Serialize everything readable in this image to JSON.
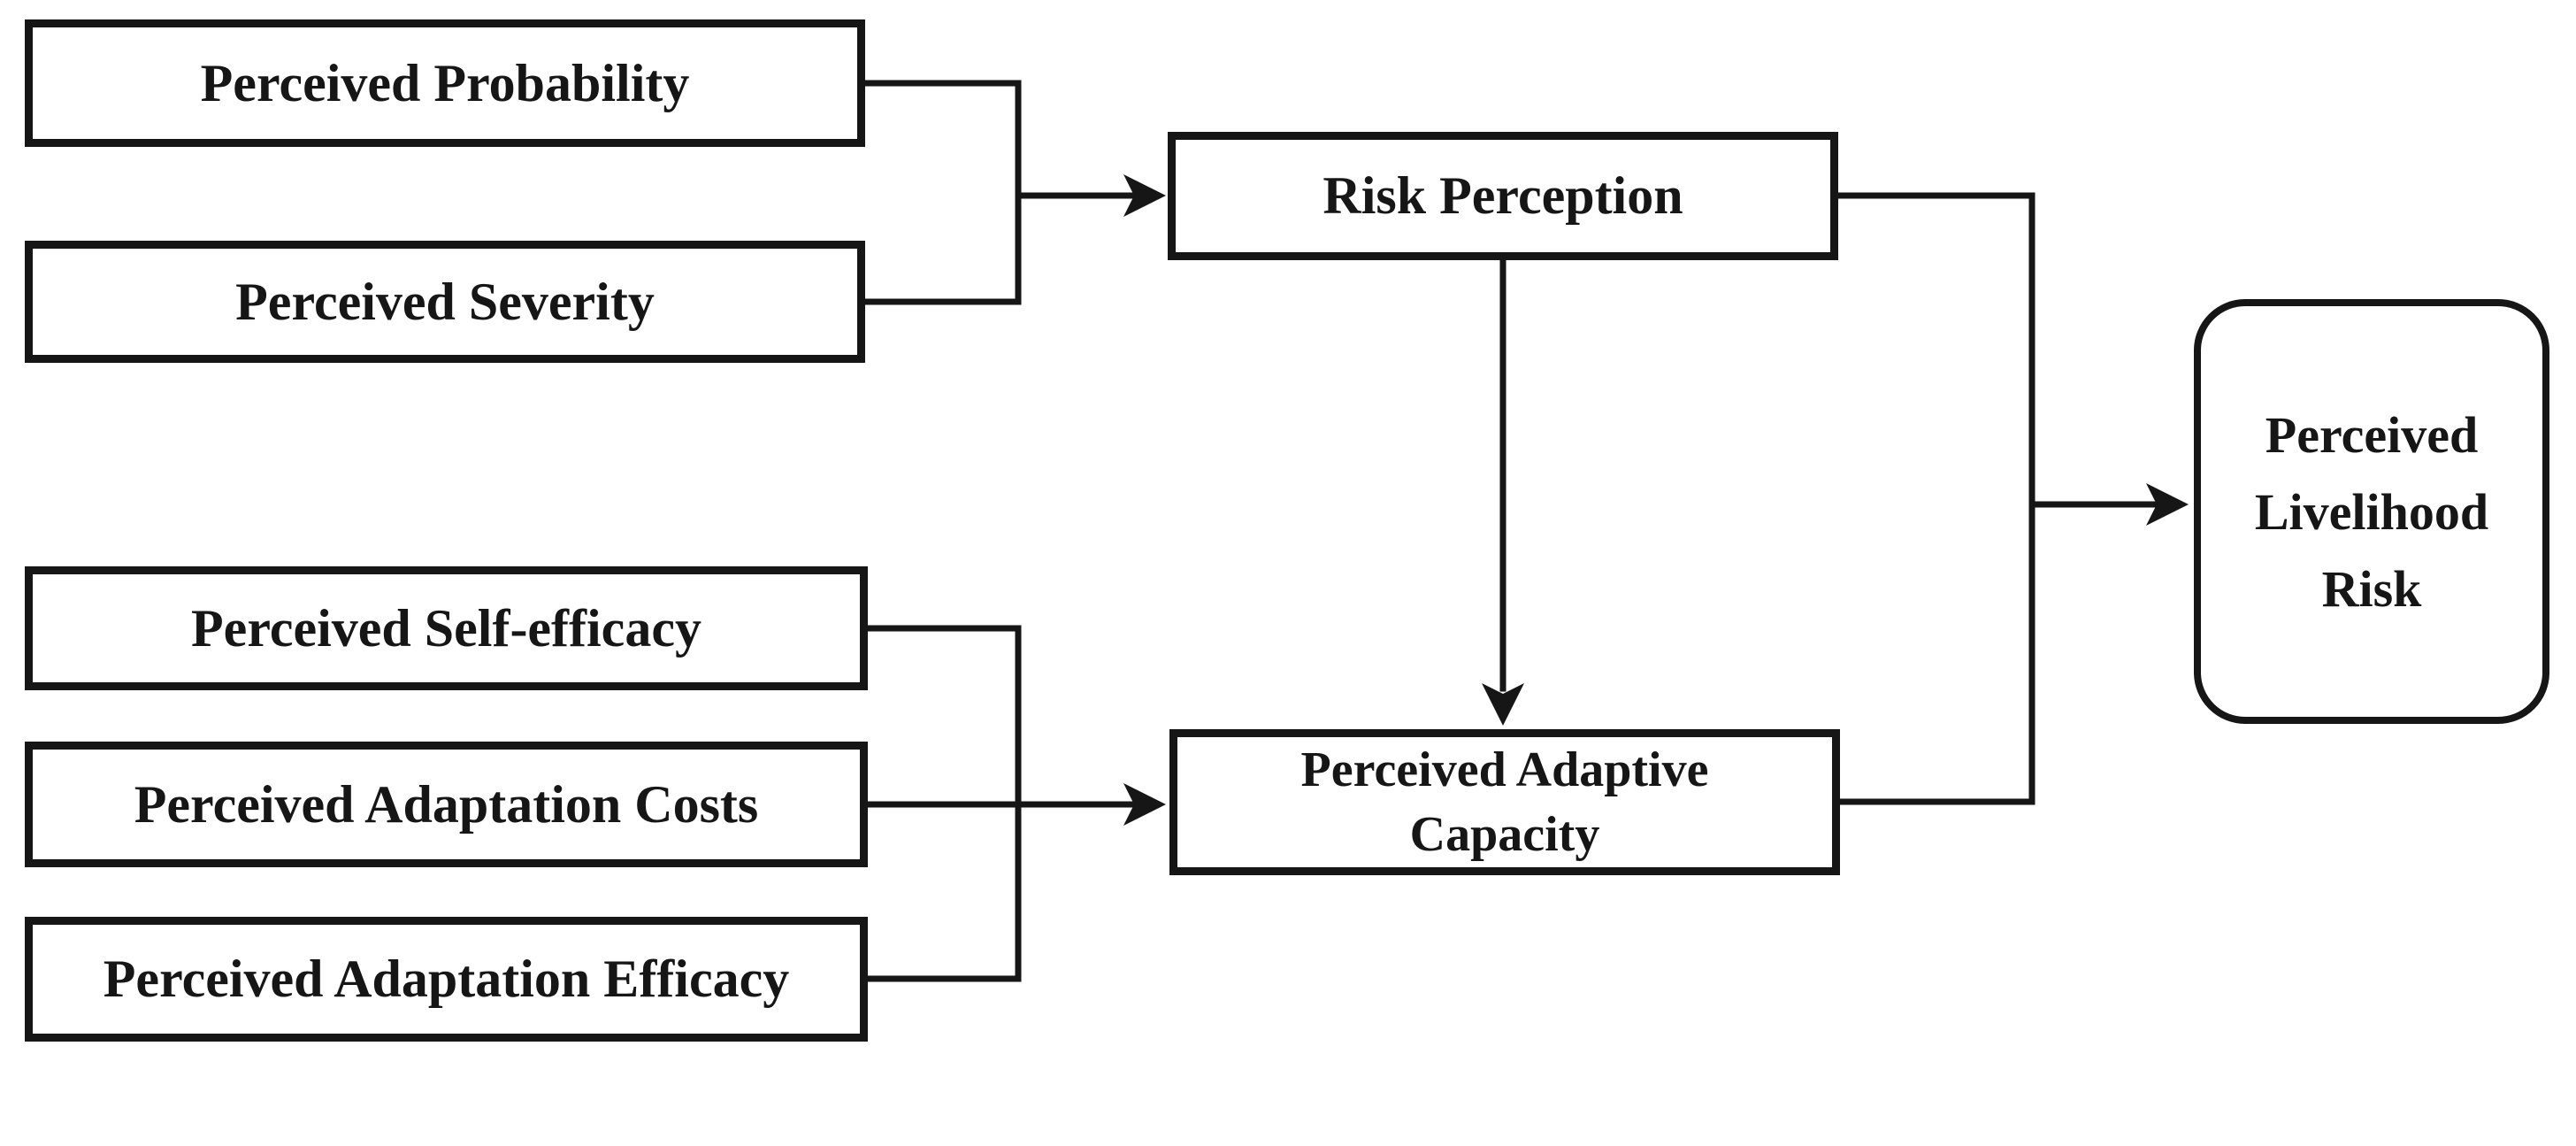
{
  "figure": {
    "background": "#ffffff",
    "line_color": "#161616",
    "type": "concept-flow-diagram"
  },
  "nodes": {
    "perceived_probability": {
      "label": "Perceived Probability",
      "shape": "rect"
    },
    "perceived_severity": {
      "label": "Perceived Severity",
      "shape": "rect"
    },
    "perceived_self_efficacy": {
      "label": "Perceived Self-efficacy",
      "shape": "rect"
    },
    "perceived_adaptation_costs": {
      "label": "Perceived Adaptation Costs",
      "shape": "rect"
    },
    "perceived_adaptation_efficacy": {
      "label": "Perceived Adaptation Efficacy",
      "shape": "rect"
    },
    "risk_perception": {
      "label": "Risk Perception",
      "shape": "rect"
    },
    "perceived_adaptive_capacity": {
      "label": "Perceived Adaptive Capacity",
      "shape": "rect"
    },
    "perceived_livelihood_risk": {
      "label": "Perceived Livelihood Risk",
      "shape": "rounded-rect"
    }
  },
  "edges": [
    {
      "from": "perceived_probability",
      "to": "risk_perception"
    },
    {
      "from": "perceived_severity",
      "to": "risk_perception"
    },
    {
      "from": "risk_perception",
      "to": "perceived_adaptive_capacity"
    },
    {
      "from": "perceived_self_efficacy",
      "to": "perceived_adaptive_capacity"
    },
    {
      "from": "perceived_adaptation_costs",
      "to": "perceived_adaptive_capacity"
    },
    {
      "from": "perceived_adaptation_efficacy",
      "to": "perceived_adaptive_capacity"
    },
    {
      "from": "risk_perception",
      "to": "perceived_livelihood_risk"
    },
    {
      "from": "perceived_adaptive_capacity",
      "to": "perceived_livelihood_risk"
    }
  ]
}
